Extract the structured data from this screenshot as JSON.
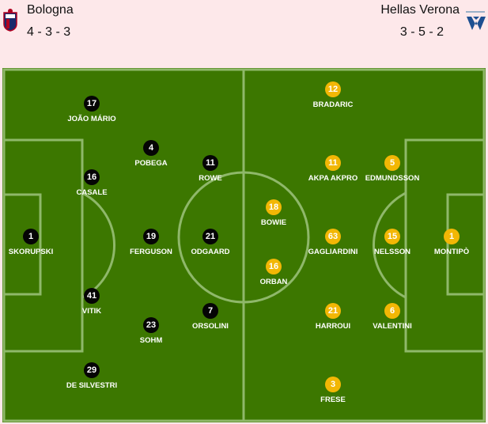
{
  "home": {
    "name": "Bologna",
    "formation": "4 - 3 - 3",
    "color": "#050505",
    "crest_icon": "bologna-crest-icon",
    "players": [
      {
        "number": "1",
        "name": "SKORUPSKI"
      },
      {
        "number": "17",
        "name": "JOÃO MÁRIO"
      },
      {
        "number": "16",
        "name": "CASALE"
      },
      {
        "number": "41",
        "name": "VITIK"
      },
      {
        "number": "29",
        "name": "DE SILVESTRI"
      },
      {
        "number": "4",
        "name": "POBEGA"
      },
      {
        "number": "19",
        "name": "FERGUSON"
      },
      {
        "number": "23",
        "name": "SOHM"
      },
      {
        "number": "11",
        "name": "ROWE"
      },
      {
        "number": "21",
        "name": "ODGAARD"
      },
      {
        "number": "7",
        "name": "ORSOLINI"
      }
    ]
  },
  "away": {
    "name": "Hellas Verona",
    "formation": "3 - 5 - 2",
    "color": "#f2b705",
    "crest_icon": "hellas-verona-crest-icon",
    "players": [
      {
        "number": "18",
        "name": "BOWIE"
      },
      {
        "number": "16",
        "name": "ORBAN"
      },
      {
        "number": "12",
        "name": "BRADARIC"
      },
      {
        "number": "11",
        "name": "AKPA AKPRO"
      },
      {
        "number": "63",
        "name": "GAGLIARDINI"
      },
      {
        "number": "21",
        "name": "HARROUI"
      },
      {
        "number": "3",
        "name": "FRESE"
      },
      {
        "number": "5",
        "name": "EDMUNDSSON"
      },
      {
        "number": "15",
        "name": "NELSSON"
      },
      {
        "number": "6",
        "name": "VALENTINI"
      },
      {
        "number": "1",
        "name": "MONTIPÒ"
      }
    ]
  },
  "pitch": {
    "grass_color": "#3c7700",
    "line_color": "#8fb86a"
  }
}
